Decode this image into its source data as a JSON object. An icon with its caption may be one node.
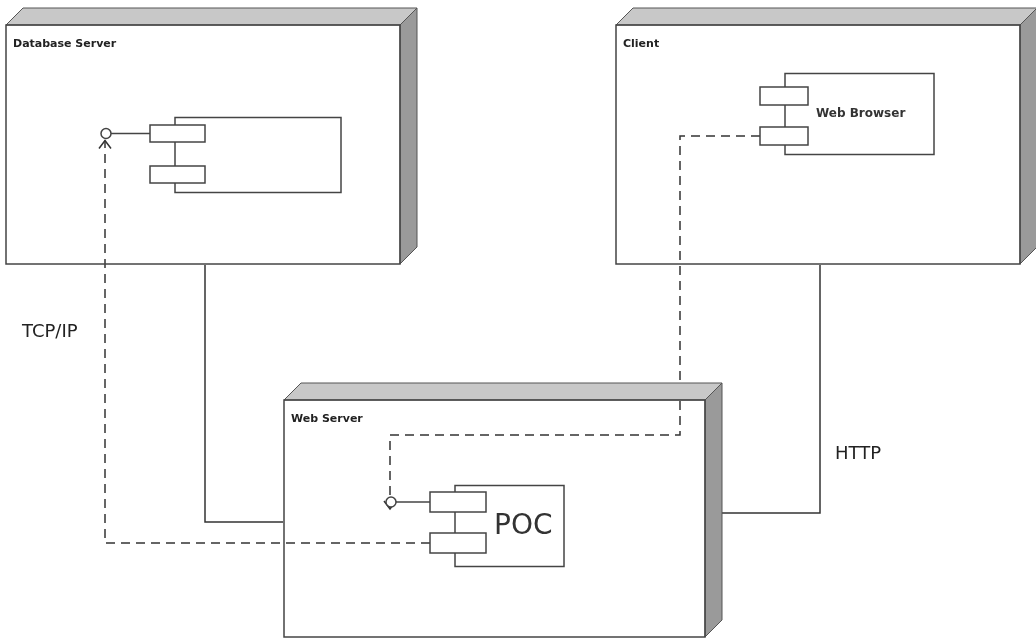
{
  "diagram": {
    "nodes": [
      {
        "text": [
          "Database Server"
        ]
      },
      {
        "text": [],
        "shape": "box",
        "in": 0
      },
      {
        "text": [
          "Client"
        ]
      },
      {
        "text": [
          "Web Browser"
        ],
        "in": 2
      },
      {
        "text": [
          "Web Server"
        ]
      },
      {
        "text": [
          "POC"
        ],
        "in": 4
      }
    ],
    "edges": [
      {
        "from": 0,
        "to": 4,
        "arrow": "none"
      },
      {
        "from": 2,
        "to": 4,
        "arrow": "none"
      },
      {
        "from": 5,
        "to": 1,
        "arrow": "to",
        "style": "dashed"
      },
      {
        "from": 3,
        "to": 5,
        "arrow": "to",
        "style": "dashed"
      }
    ],
    "labels": [
      "TCP/IP",
      "HTTP"
    ]
  }
}
